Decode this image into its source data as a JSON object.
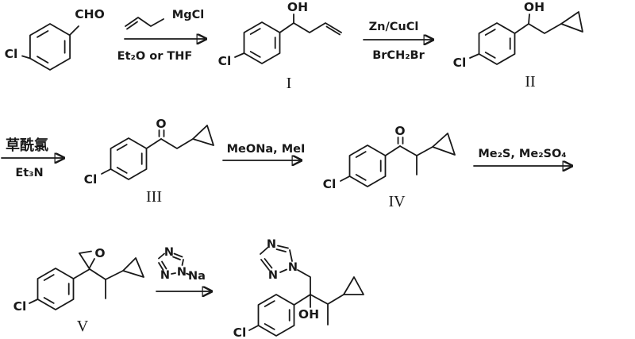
{
  "figure": {
    "background_color": "#ffffff",
    "line_color": "#191919",
    "compounds": {
      "start": {
        "cho": "CHO",
        "cl": "Cl"
      },
      "c1": {
        "oh": "OH",
        "cl": "Cl",
        "numeral": "I"
      },
      "c2": {
        "oh": "OH",
        "cl": "Cl",
        "numeral": "II"
      },
      "c3": {
        "o": "O",
        "cl": "Cl",
        "numeral": "III"
      },
      "c4": {
        "o": "O",
        "cl": "Cl",
        "numeral": "IV"
      },
      "c5": {
        "o": "O",
        "cl": "Cl",
        "numeral": "V"
      },
      "product": {
        "oh": "OH",
        "cl": "Cl",
        "n_top": "N",
        "n_right": "N",
        "n_bottom": "N"
      }
    },
    "steps": {
      "s1": {
        "grignard": "MgCl",
        "solvent": "Et₂O or THF"
      },
      "s2": {
        "top": "Zn/CuCl",
        "bottom": "BrCH₂Br"
      },
      "s3": {
        "top": "草酰氯",
        "bottom": "Et₃N"
      },
      "s4": {
        "top": "MeONa, MeI"
      },
      "s5": {
        "top": "Me₂S, Me₂SO₄"
      },
      "s6": {
        "n_top": "N",
        "n_right": "N",
        "n_bottom": "N",
        "na": "Na"
      }
    }
  }
}
